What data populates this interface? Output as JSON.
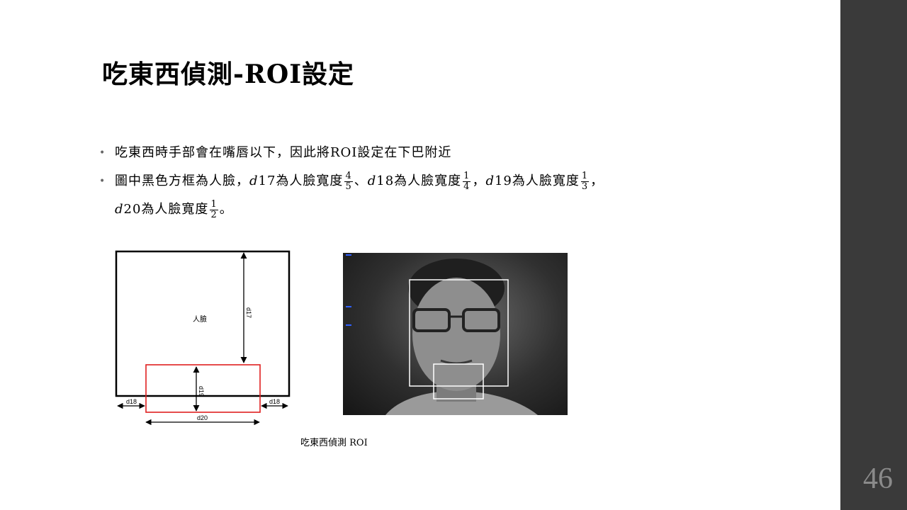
{
  "title": "吃東西偵測-ROI設定",
  "bullets": {
    "b1": "吃東西時手部會在嘴唇以下，因此將ROI設定在下巴附近",
    "b2_prefix": "圖中黑色方框為人臉，",
    "d17": "d",
    "d17_num": "17",
    "width_text": "為人臉寬度",
    "frac17": {
      "num": "4",
      "den": "5"
    },
    "sep1": "、",
    "d18_num": "18",
    "frac18": {
      "num": "1",
      "den": "4"
    },
    "sep2": "，",
    "d19_num": "19",
    "frac19": {
      "num": "1",
      "den": "3"
    },
    "sep3": "，",
    "d20_num": "20",
    "frac20": {
      "num": "1",
      "den": "2"
    },
    "end": "。"
  },
  "diagram": {
    "face_label": "人臉",
    "d17_label": "d17",
    "d19_label": "d19",
    "d18_left": "d18",
    "d18_right": "d18",
    "d20_label": "d20",
    "face_color": "#000000",
    "roi_color": "#e02020"
  },
  "caption": "吃東西偵測 ROI",
  "page_number": "46"
}
